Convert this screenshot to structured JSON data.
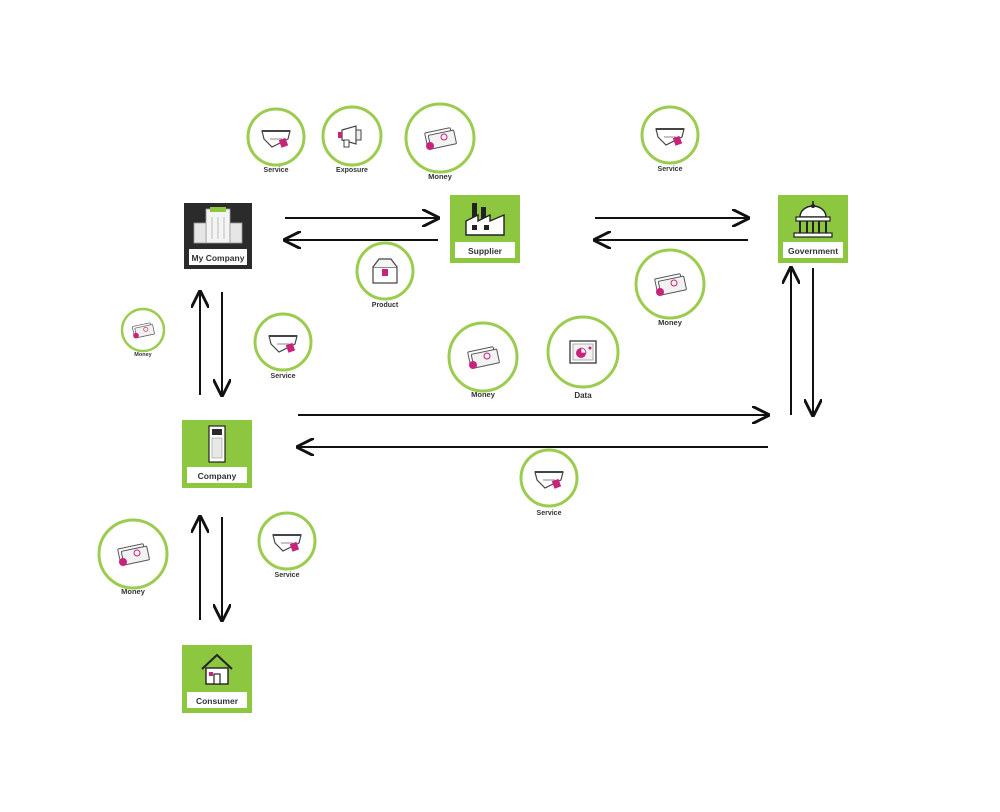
{
  "colors": {
    "green": "#8dc63f",
    "green_ring": "#9ccc4f",
    "dark": "#2b2b2b",
    "accent": "#c8237a",
    "arrow": "#111111"
  },
  "entities": {
    "my_company": {
      "label": "My Company",
      "icon": "office-building-icon"
    },
    "supplier": {
      "label": "Supplier",
      "icon": "factory-icon"
    },
    "government": {
      "label": "Government",
      "icon": "capitol-building-icon"
    },
    "company": {
      "label": "Company",
      "icon": "office-tower-icon"
    },
    "consumer": {
      "label": "Consumer",
      "icon": "house-icon"
    }
  },
  "flows": {
    "service_top_left": {
      "label": "Service",
      "icon": "service-hand-icon"
    },
    "exposure": {
      "label": "Exposure",
      "icon": "megaphone-icon"
    },
    "money_top": {
      "label": "Money",
      "icon": "banknote-icon"
    },
    "service_top_right": {
      "label": "Service",
      "icon": "service-hand-icon"
    },
    "product": {
      "label": "Product",
      "icon": "box-icon"
    },
    "money_supplier_gov": {
      "label": "Money",
      "icon": "banknote-icon"
    },
    "money_left_small": {
      "label": "Money",
      "icon": "banknote-icon"
    },
    "service_mycompany_company": {
      "label": "Service",
      "icon": "service-hand-icon"
    },
    "money_center": {
      "label": "Money",
      "icon": "banknote-icon"
    },
    "data": {
      "label": "Data",
      "icon": "chart-document-icon"
    },
    "service_gov_company": {
      "label": "Service",
      "icon": "service-hand-icon"
    },
    "money_bottom_left": {
      "label": "Money",
      "icon": "banknote-icon"
    },
    "service_company_consumer": {
      "label": "Service",
      "icon": "service-hand-icon"
    }
  }
}
